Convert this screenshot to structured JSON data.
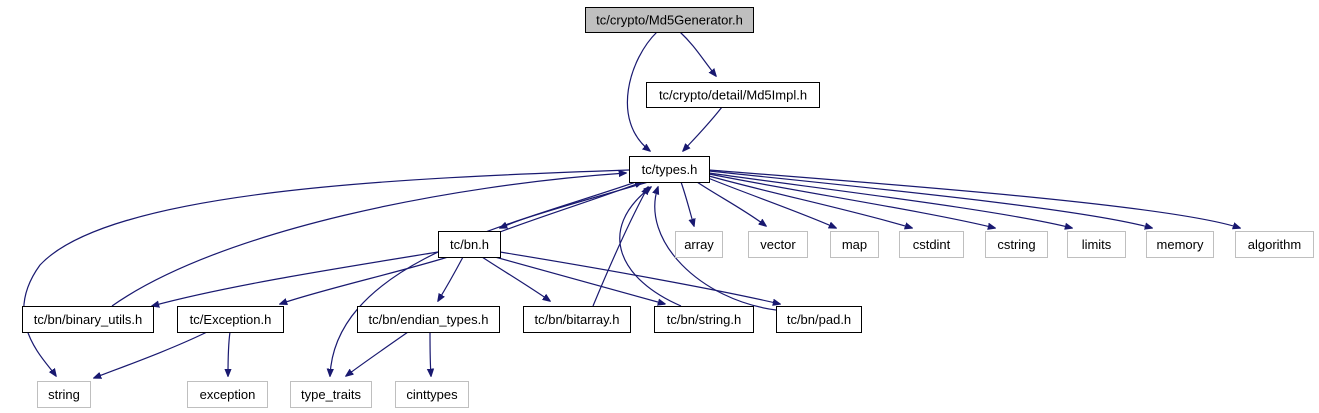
{
  "colors": {
    "edge": "#191970",
    "root_fill": "#bfbfbf",
    "root_stroke": "#000000",
    "local_stroke": "#000000",
    "external_stroke": "#bfbfbf",
    "node_fill": "#ffffff"
  },
  "nodes": {
    "md5gen": {
      "label": "tc/crypto/Md5Generator.h",
      "kind": "root"
    },
    "md5impl": {
      "label": "tc/crypto/detail/Md5Impl.h",
      "kind": "local"
    },
    "types": {
      "label": "tc/types.h",
      "kind": "local"
    },
    "array": {
      "label": "array",
      "kind": "external"
    },
    "vector": {
      "label": "vector",
      "kind": "external"
    },
    "map": {
      "label": "map",
      "kind": "external"
    },
    "cstdint": {
      "label": "cstdint",
      "kind": "external"
    },
    "cstring": {
      "label": "cstring",
      "kind": "external"
    },
    "limits": {
      "label": "limits",
      "kind": "external"
    },
    "memory": {
      "label": "memory",
      "kind": "external"
    },
    "algorithm": {
      "label": "algorithm",
      "kind": "external"
    },
    "bn": {
      "label": "tc/bn.h",
      "kind": "local"
    },
    "binutils": {
      "label": "tc/bn/binary_utils.h",
      "kind": "local"
    },
    "exception_h": {
      "label": "tc/Exception.h",
      "kind": "local"
    },
    "endian": {
      "label": "tc/bn/endian_types.h",
      "kind": "local"
    },
    "bitarray": {
      "label": "tc/bn/bitarray.h",
      "kind": "local"
    },
    "bnstring": {
      "label": "tc/bn/string.h",
      "kind": "local"
    },
    "pad": {
      "label": "tc/bn/pad.h",
      "kind": "local"
    },
    "string": {
      "label": "string",
      "kind": "external"
    },
    "exception": {
      "label": "exception",
      "kind": "external"
    },
    "type_traits": {
      "label": "type_traits",
      "kind": "external"
    },
    "cinttypes": {
      "label": "cinttypes",
      "kind": "external"
    }
  },
  "edges": [
    [
      "md5gen",
      "md5impl"
    ],
    [
      "md5gen",
      "types"
    ],
    [
      "md5impl",
      "types"
    ],
    [
      "types",
      "array"
    ],
    [
      "types",
      "vector"
    ],
    [
      "types",
      "map"
    ],
    [
      "types",
      "cstdint"
    ],
    [
      "types",
      "cstring"
    ],
    [
      "types",
      "limits"
    ],
    [
      "types",
      "memory"
    ],
    [
      "types",
      "algorithm"
    ],
    [
      "types",
      "bn"
    ],
    [
      "types",
      "string"
    ],
    [
      "types",
      "type_traits"
    ],
    [
      "bn",
      "types"
    ],
    [
      "bn",
      "binutils"
    ],
    [
      "bn",
      "exception_h"
    ],
    [
      "bn",
      "endian"
    ],
    [
      "bn",
      "bitarray"
    ],
    [
      "bn",
      "bnstring"
    ],
    [
      "bn",
      "pad"
    ],
    [
      "binutils",
      "types"
    ],
    [
      "bitarray",
      "types"
    ],
    [
      "bnstring",
      "types"
    ],
    [
      "pad",
      "types"
    ],
    [
      "exception_h",
      "string"
    ],
    [
      "exception_h",
      "exception"
    ],
    [
      "endian",
      "type_traits"
    ],
    [
      "endian",
      "cinttypes"
    ]
  ]
}
